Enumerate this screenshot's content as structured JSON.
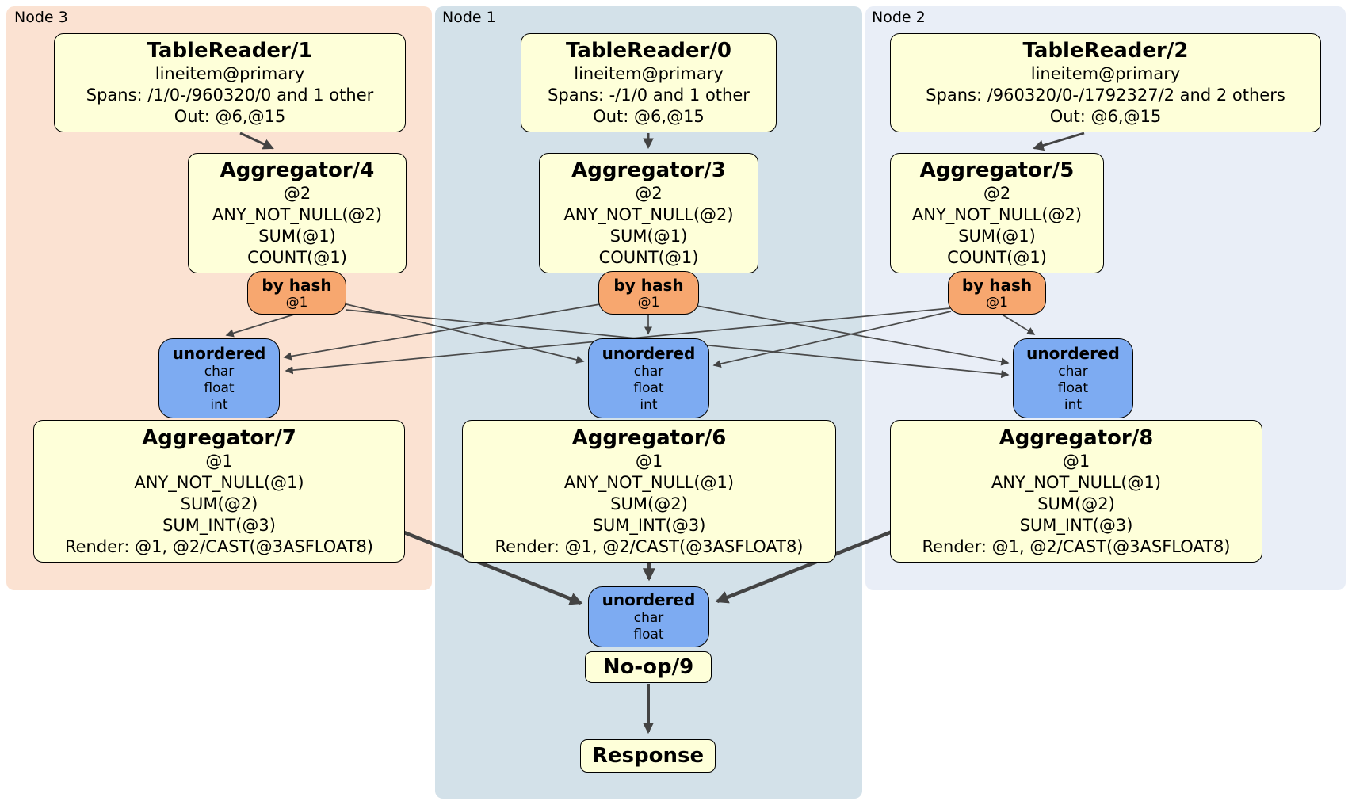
{
  "palette": {
    "node3_bg": "#fbe2d2",
    "node1_bg": "#d3e1e9",
    "node2_bg": "#e9eef7",
    "processor_fill": "#feffd9",
    "router_fill": "#f7a76f",
    "sync_fill": "#7dabf2",
    "edge_color": "#434343",
    "border_color": "#000000"
  },
  "regions": [
    {
      "id": "node3",
      "label": "Node 3"
    },
    {
      "id": "node1",
      "label": "Node 1"
    },
    {
      "id": "node2",
      "label": "Node 2"
    }
  ],
  "processors": {
    "tr1": {
      "title": "TableReader/1",
      "lines": [
        "lineitem@primary",
        "Spans: /1/0-/960320/0 and 1 other",
        "Out: @6,@15"
      ]
    },
    "tr0": {
      "title": "TableReader/0",
      "lines": [
        "lineitem@primary",
        "Spans: -/1/0 and 1 other",
        "Out: @6,@15"
      ]
    },
    "tr2": {
      "title": "TableReader/2",
      "lines": [
        "lineitem@primary",
        "Spans: /960320/0-/1792327/2 and 2 others",
        "Out: @6,@15"
      ]
    },
    "agg4": {
      "title": "Aggregator/4",
      "lines": [
        "@2",
        "ANY_NOT_NULL(@2)",
        "SUM(@1)",
        "COUNT(@1)"
      ]
    },
    "agg3": {
      "title": "Aggregator/3",
      "lines": [
        "@2",
        "ANY_NOT_NULL(@2)",
        "SUM(@1)",
        "COUNT(@1)"
      ]
    },
    "agg5": {
      "title": "Aggregator/5",
      "lines": [
        "@2",
        "ANY_NOT_NULL(@2)",
        "SUM(@1)",
        "COUNT(@1)"
      ]
    },
    "agg7": {
      "title": "Aggregator/7",
      "lines": [
        "@1",
        "ANY_NOT_NULL(@1)",
        "SUM(@2)",
        "SUM_INT(@3)",
        "Render: @1, @2/CAST(@3ASFLOAT8)"
      ]
    },
    "agg6": {
      "title": "Aggregator/6",
      "lines": [
        "@1",
        "ANY_NOT_NULL(@1)",
        "SUM(@2)",
        "SUM_INT(@3)",
        "Render: @1, @2/CAST(@3ASFLOAT8)"
      ]
    },
    "agg8": {
      "title": "Aggregator/8",
      "lines": [
        "@1",
        "ANY_NOT_NULL(@1)",
        "SUM(@2)",
        "SUM_INT(@3)",
        "Render: @1, @2/CAST(@3ASFLOAT8)"
      ]
    },
    "noop": {
      "title": "No-op/9"
    },
    "response": {
      "title": "Response"
    }
  },
  "routers": {
    "hash3": {
      "label": "by hash",
      "detail": "@1"
    },
    "hash1": {
      "label": "by hash",
      "detail": "@1"
    },
    "hash2": {
      "label": "by hash",
      "detail": "@1"
    }
  },
  "synchronizers": {
    "un3": {
      "label": "unordered",
      "types": [
        "char",
        "float",
        "int"
      ]
    },
    "un1": {
      "label": "unordered",
      "types": [
        "char",
        "float",
        "int"
      ]
    },
    "un2": {
      "label": "unordered",
      "types": [
        "char",
        "float",
        "int"
      ]
    },
    "unb": {
      "label": "unordered",
      "types": [
        "char",
        "float"
      ]
    }
  }
}
